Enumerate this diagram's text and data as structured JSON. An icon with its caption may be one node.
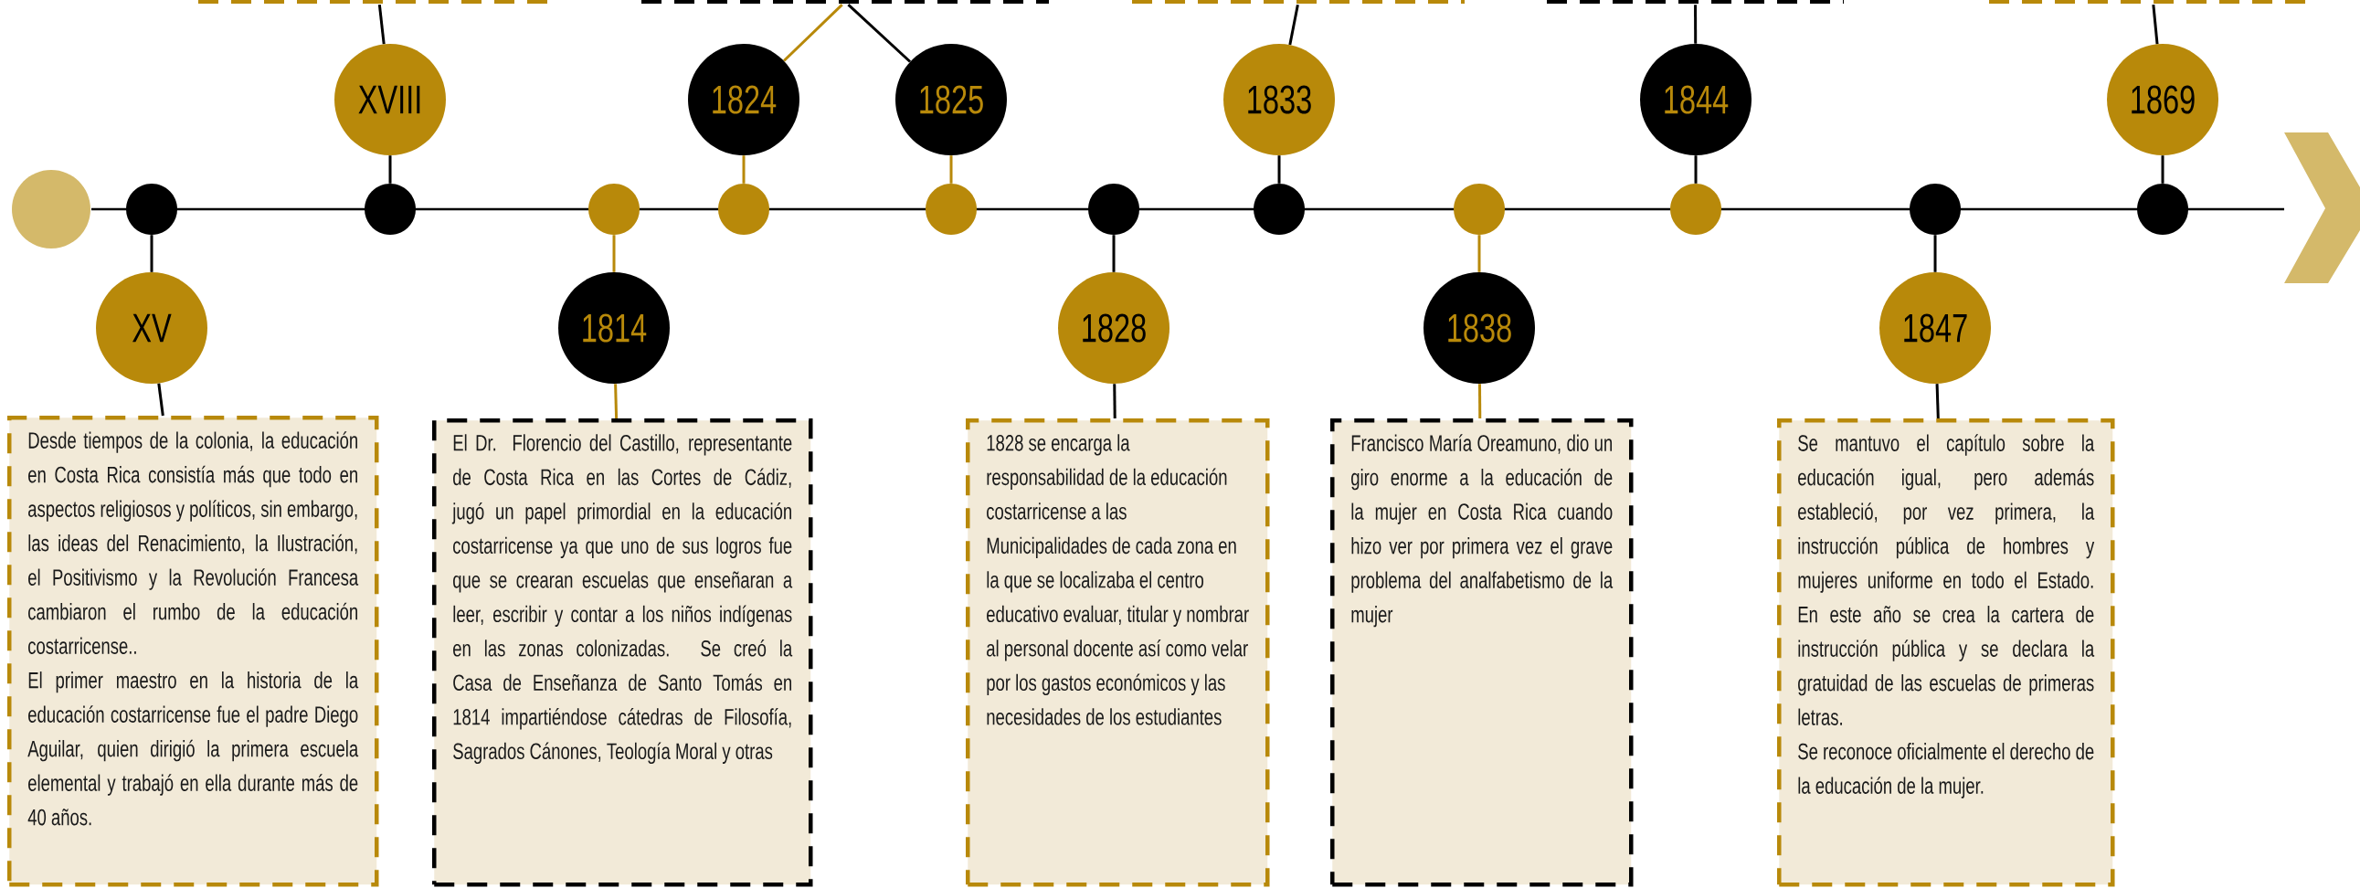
{
  "diagram": {
    "nodes": [
      {
        "text": [],
        "shape": "box"
      },
      {
        "text": [],
        "shape": "box"
      },
      {
        "text": [],
        "shape": "box"
      },
      {
        "text": [],
        "shape": "box"
      },
      {
        "text": [],
        "shape": "box"
      },
      {
        "text": [
          "XV"
        ]
      },
      {
        "text": [
          "XVIII"
        ]
      },
      {
        "text": [
          "1814"
        ]
      },
      {
        "text": [
          "1824"
        ]
      },
      {
        "text": [
          "1825"
        ]
      },
      {
        "text": [
          "1828"
        ]
      },
      {
        "text": [
          "1833"
        ]
      },
      {
        "text": [
          "1838"
        ]
      },
      {
        "text": [
          "1844"
        ]
      },
      {
        "text": [
          "1847"
        ]
      },
      {
        "text": [
          "1869"
        ]
      },
      {
        "text": [],
        "shape": "circle"
      },
      {
        "text": [],
        "shape": "circle"
      },
      {
        "text": [],
        "shape": "circle"
      },
      {
        "text": [],
        "shape": "circle"
      },
      {
        "text": [],
        "shape": "circle"
      },
      {
        "text": [],
        "shape": "circle"
      },
      {
        "text": [],
        "shape": "circle"
      },
      {
        "text": [],
        "shape": "circle"
      },
      {
        "text": [],
        "shape": "circle"
      },
      {
        "text": [],
        "shape": "circle"
      },
      {
        "text": [],
        "shape": "circle"
      },
      {
        "text": [
          "Desde tiempos de la colonia, la educación en Costa Rica consistía más que todo en aspectos religiosos y políticos, sin embargo, las ideas del Renacimiento, la Ilustración, el Positivismo y la Revolución Francesa cambiaron el rumbo de la educación costarricense..",
          "El primer maestro en la historia de la educación costarricense fue el padre Diego Aguilar, quien dirigió la primera escuela elemental y trabajó en ella durante más de 40 años."
        ]
      },
      {
        "text": [
          "El Dr. Florencio del Castillo, representante de Costa Rica en las Cortes de Cádiz, jugó un papel primordial en la educación costarricense ya que uno de sus logros fue que se crearan escuelas que enseñaran a leer, escribir y contar a los niños indígenas en las zonas colonizadas. Se creó la Casa de Enseñanza de Santo Tomás en 1814 impartiéndose cátedras de Filosofía, Sagrados Cánones, Teología Moral y otras"
        ]
      },
      {
        "text": [
          "1828 se encarga la responsabilidad de la educación costarricense a las Municipalidades de cada zona en la que se localizaba el centro educativo evaluar, titular y nombrar al personal docente así como velar por los gastos económicos y las necesidades de los estudiantes"
        ]
      },
      {
        "text": [
          "Francisco María Oreamuno, dio un giro enorme a la educación de la mujer en Costa Rica cuando hizo ver por primera vez el grave problema del analfabetismo de la mujer"
        ]
      },
      {
        "text": [
          "Se mantuvo el capítulo sobre la educación igual, pero además estableció, por vez primera, la instrucción pública de hombres y mujeres uniforme en todo el Estado. En este año se crea la cartera de instrucción pública y se declara la gratuidad de las escuelas de primeras letras.",
          "Se reconoce oficialmente el derecho de la educación de la mujer."
        ]
      }
    ],
    "edges": [
      {
        "from": 16,
        "to": 5,
        "arrow": "none"
      },
      {
        "from": 17,
        "to": 6,
        "arrow": "none"
      },
      {
        "from": 18,
        "to": 7,
        "arrow": "none",
        "color": "#b8890a"
      },
      {
        "from": 19,
        "to": 8,
        "arrow": "none",
        "color": "#b8890a"
      },
      {
        "from": 20,
        "to": 9,
        "arrow": "none",
        "color": "#b8890a"
      },
      {
        "from": 21,
        "to": 10,
        "arrow": "none"
      },
      {
        "from": 22,
        "to": 11,
        "arrow": "none"
      },
      {
        "from": 23,
        "to": 12,
        "arrow": "none",
        "color": "#b8890a"
      },
      {
        "from": 24,
        "to": 13,
        "arrow": "none"
      },
      {
        "from": 25,
        "to": 14,
        "arrow": "none"
      },
      {
        "from": 26,
        "to": 15,
        "arrow": "none"
      },
      {
        "from": 5,
        "to": 27,
        "arrow": "none"
      },
      {
        "from": 6,
        "to": 0,
        "arrow": "none"
      },
      {
        "from": 7,
        "to": 28,
        "arrow": "none",
        "color": "#b8890a"
      },
      {
        "from": 8,
        "to": 1,
        "arrow": "none",
        "color": "#b8890a"
      },
      {
        "from": 9,
        "to": 1,
        "arrow": "none"
      },
      {
        "from": 10,
        "to": 29,
        "arrow": "none"
      },
      {
        "from": 11,
        "to": 2,
        "arrow": "none"
      },
      {
        "from": 12,
        "to": 30,
        "arrow": "none",
        "color": "#b8890a"
      },
      {
        "from": 13,
        "to": 3,
        "arrow": "none"
      },
      {
        "from": 14,
        "to": 31,
        "arrow": "none"
      },
      {
        "from": 15,
        "to": 4,
        "arrow": "none"
      }
    ]
  }
}
